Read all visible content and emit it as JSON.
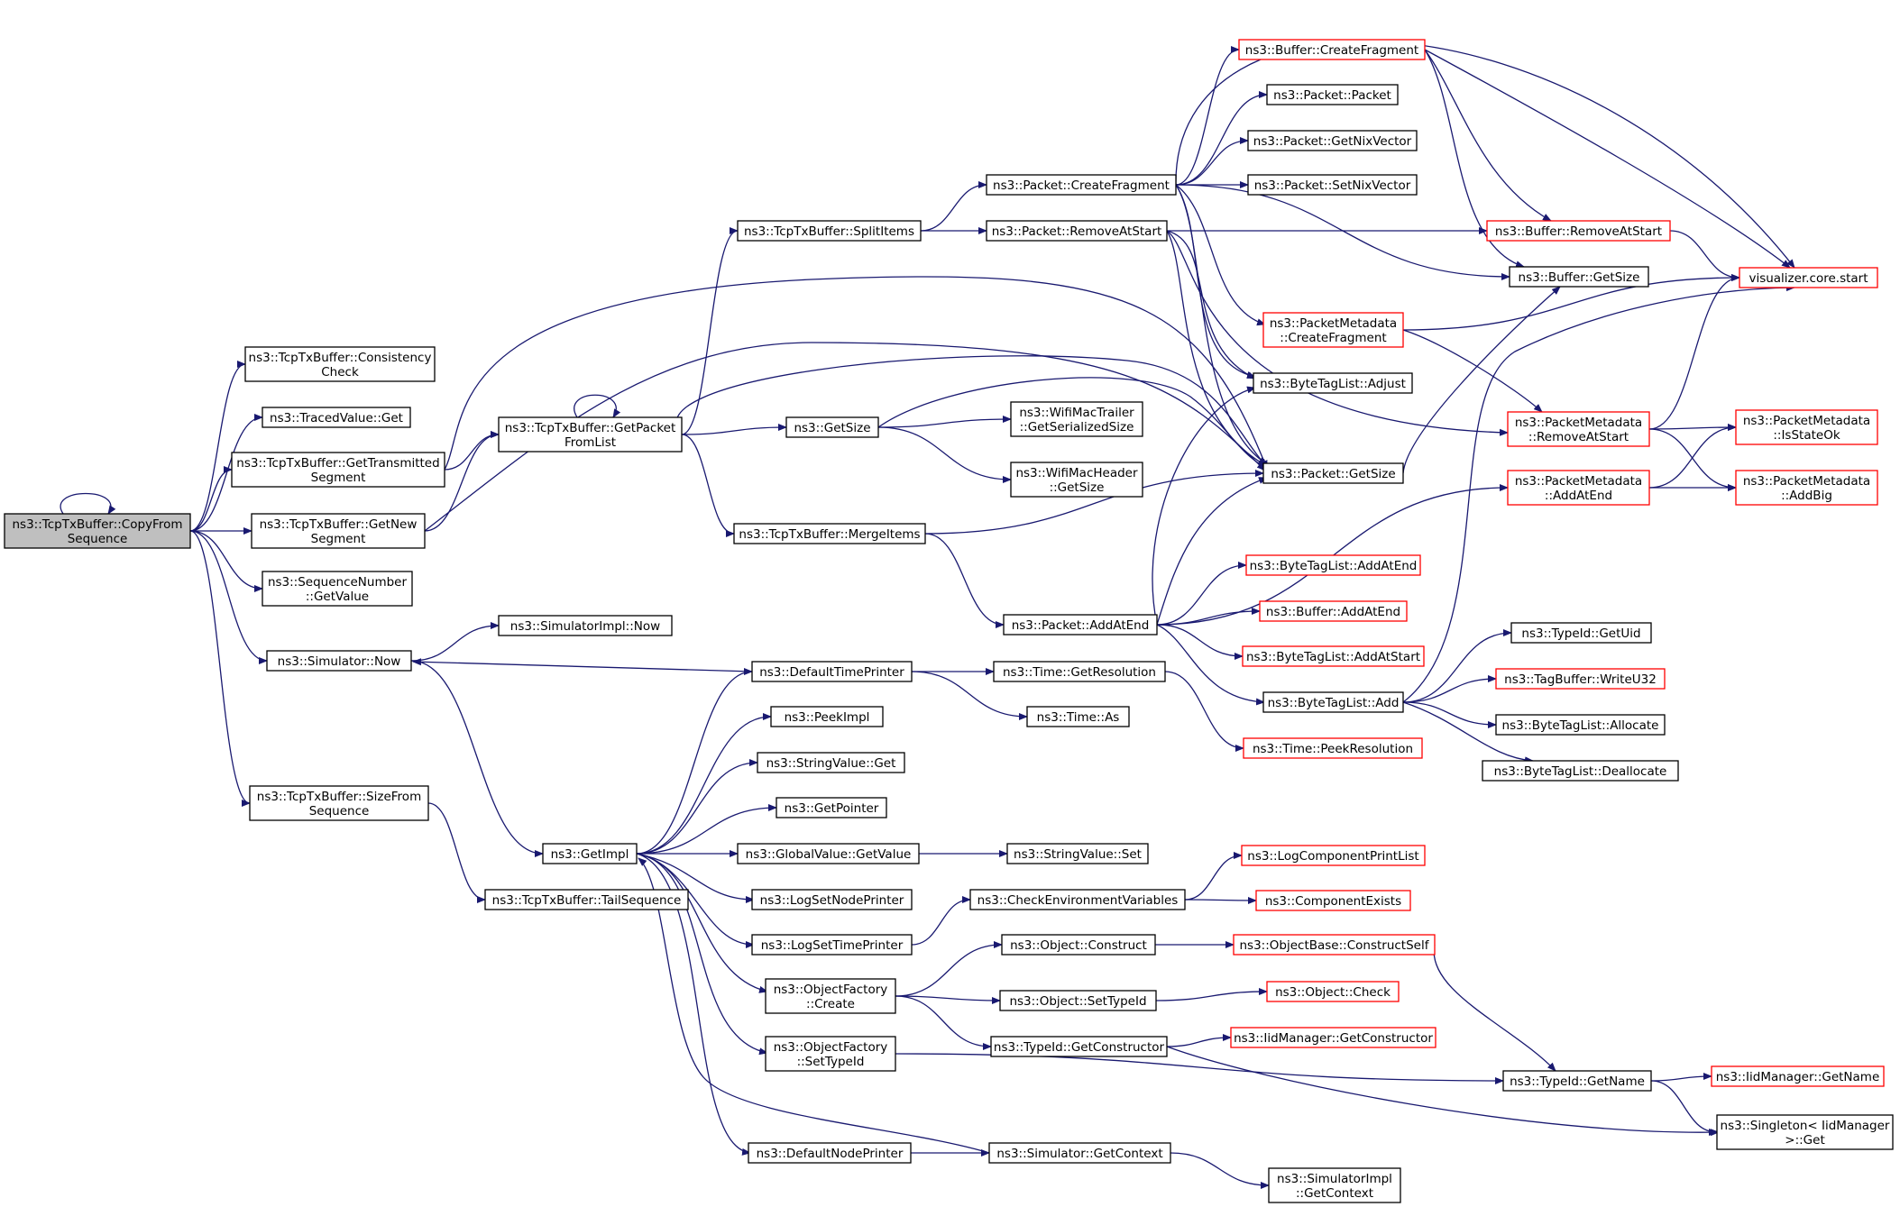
{
  "colors": {
    "edge": "#191970",
    "node_border": "#000000",
    "node_truncated_border": "#ff0000",
    "root_fill": "#bfbfbf",
    "node_fill": "#ffffff",
    "text": "#000000"
  },
  "nodes": [
    {
      "id": "copyfrom",
      "lines": [
        "ns3::TcpTxBuffer::CopyFrom",
        "Sequence"
      ],
      "style": "root"
    },
    {
      "id": "consistency",
      "lines": [
        "ns3::TcpTxBuffer::Consistency",
        "Check"
      ],
      "style": "normal"
    },
    {
      "id": "tracedget",
      "lines": [
        "ns3::TracedValue::Get"
      ],
      "style": "normal"
    },
    {
      "id": "gettransmitted",
      "lines": [
        "ns3::TcpTxBuffer::GetTransmitted",
        "Segment"
      ],
      "style": "normal"
    },
    {
      "id": "getnew",
      "lines": [
        "ns3::TcpTxBuffer::GetNew",
        "Segment"
      ],
      "style": "normal"
    },
    {
      "id": "seqgetvalue",
      "lines": [
        "ns3::SequenceNumber",
        "::GetValue"
      ],
      "style": "normal"
    },
    {
      "id": "simnow",
      "lines": [
        "ns3::Simulator::Now"
      ],
      "style": "normal"
    },
    {
      "id": "sizefrom",
      "lines": [
        "ns3::TcpTxBuffer::SizeFrom",
        "Sequence"
      ],
      "style": "normal"
    },
    {
      "id": "tailseq",
      "lines": [
        "ns3::TcpTxBuffer::TailSequence"
      ],
      "style": "normal"
    },
    {
      "id": "getpacketfromlist",
      "lines": [
        "ns3::TcpTxBuffer::GetPacket",
        "FromList"
      ],
      "style": "normal"
    },
    {
      "id": "simimplnow",
      "lines": [
        "ns3::SimulatorImpl::Now"
      ],
      "style": "normal"
    },
    {
      "id": "getimpl",
      "lines": [
        "ns3::GetImpl"
      ],
      "style": "normal"
    },
    {
      "id": "splititems",
      "lines": [
        "ns3::TcpTxBuffer::SplitItems"
      ],
      "style": "normal"
    },
    {
      "id": "getsize",
      "lines": [
        "ns3::GetSize"
      ],
      "style": "normal"
    },
    {
      "id": "mergeitems",
      "lines": [
        "ns3::TcpTxBuffer::MergeItems"
      ],
      "style": "normal"
    },
    {
      "id": "defaulttimeprinter",
      "lines": [
        "ns3::DefaultTimePrinter"
      ],
      "style": "normal"
    },
    {
      "id": "peekimpl",
      "lines": [
        "ns3::PeekImpl"
      ],
      "style": "normal"
    },
    {
      "id": "stringvalueget",
      "lines": [
        "ns3::StringValue::Get"
      ],
      "style": "normal"
    },
    {
      "id": "getpointer",
      "lines": [
        "ns3::GetPointer"
      ],
      "style": "normal"
    },
    {
      "id": "globalvaluegetvalue",
      "lines": [
        "ns3::GlobalValue::GetValue"
      ],
      "style": "normal"
    },
    {
      "id": "logsetnodeprinter",
      "lines": [
        "ns3::LogSetNodePrinter"
      ],
      "style": "normal"
    },
    {
      "id": "logsettimeprinter",
      "lines": [
        "ns3::LogSetTimePrinter"
      ],
      "style": "normal"
    },
    {
      "id": "objectfactorycreate",
      "lines": [
        "ns3::ObjectFactory",
        "::Create"
      ],
      "style": "normal"
    },
    {
      "id": "objectfactorysettypeid",
      "lines": [
        "ns3::ObjectFactory",
        "::SetTypeId"
      ],
      "style": "normal"
    },
    {
      "id": "defaultnodeprinter",
      "lines": [
        "ns3::DefaultNodePrinter"
      ],
      "style": "normal"
    },
    {
      "id": "packetcreatefragment",
      "lines": [
        "ns3::Packet::CreateFragment"
      ],
      "style": "normal"
    },
    {
      "id": "packetremoveatstart",
      "lines": [
        "ns3::Packet::RemoveAtStart"
      ],
      "style": "normal"
    },
    {
      "id": "wifimactrailer",
      "lines": [
        "ns3::WifiMacTrailer",
        "::GetSerializedSize"
      ],
      "style": "normal"
    },
    {
      "id": "wifimacheader",
      "lines": [
        "ns3::WifiMacHeader",
        "::GetSize"
      ],
      "style": "normal"
    },
    {
      "id": "packetaddatend",
      "lines": [
        "ns3::Packet::AddAtEnd"
      ],
      "style": "normal"
    },
    {
      "id": "timegetresolution",
      "lines": [
        "ns3::Time::GetResolution"
      ],
      "style": "normal"
    },
    {
      "id": "timeas",
      "lines": [
        "ns3::Time::As"
      ],
      "style": "normal"
    },
    {
      "id": "stringvalueset",
      "lines": [
        "ns3::StringValue::Set"
      ],
      "style": "normal"
    },
    {
      "id": "checkenv",
      "lines": [
        "ns3::CheckEnvironmentVariables"
      ],
      "style": "normal"
    },
    {
      "id": "objectconstruct",
      "lines": [
        "ns3::Object::Construct"
      ],
      "style": "normal"
    },
    {
      "id": "objectsettypeid",
      "lines": [
        "ns3::Object::SetTypeId"
      ],
      "style": "normal"
    },
    {
      "id": "typeidgetconstructor",
      "lines": [
        "ns3::TypeId::GetConstructor"
      ],
      "style": "normal"
    },
    {
      "id": "simgetcontext",
      "lines": [
        "ns3::Simulator::GetContext"
      ],
      "style": "normal"
    },
    {
      "id": "buffercreatefragment",
      "lines": [
        "ns3::Buffer::CreateFragment"
      ],
      "style": "truncated"
    },
    {
      "id": "packetpacket",
      "lines": [
        "ns3::Packet::Packet"
      ],
      "style": "normal"
    },
    {
      "id": "getnixvector",
      "lines": [
        "ns3::Packet::GetNixVector"
      ],
      "style": "normal"
    },
    {
      "id": "setnixvector",
      "lines": [
        "ns3::Packet::SetNixVector"
      ],
      "style": "normal"
    },
    {
      "id": "pmcreatefragment",
      "lines": [
        "ns3::PacketMetadata",
        "::CreateFragment"
      ],
      "style": "truncated"
    },
    {
      "id": "bytetaglistadjust",
      "lines": [
        "ns3::ByteTagList::Adjust"
      ],
      "style": "normal"
    },
    {
      "id": "packetgetsize",
      "lines": [
        "ns3::Packet::GetSize"
      ],
      "style": "normal"
    },
    {
      "id": "btladdatend",
      "lines": [
        "ns3::ByteTagList::AddAtEnd"
      ],
      "style": "truncated"
    },
    {
      "id": "bufferaddatend",
      "lines": [
        "ns3::Buffer::AddAtEnd"
      ],
      "style": "truncated"
    },
    {
      "id": "btladdatstart",
      "lines": [
        "ns3::ByteTagList::AddAtStart"
      ],
      "style": "truncated"
    },
    {
      "id": "btladd",
      "lines": [
        "ns3::ByteTagList::Add"
      ],
      "style": "normal"
    },
    {
      "id": "timepeekresolution",
      "lines": [
        "ns3::Time::PeekResolution"
      ],
      "style": "truncated"
    },
    {
      "id": "logcomponentprintlist",
      "lines": [
        "ns3::LogComponentPrintList"
      ],
      "style": "truncated"
    },
    {
      "id": "componentexists",
      "lines": [
        "ns3::ComponentExists"
      ],
      "style": "truncated"
    },
    {
      "id": "constructself",
      "lines": [
        "ns3::ObjectBase::ConstructSelf"
      ],
      "style": "truncated"
    },
    {
      "id": "objectcheck",
      "lines": [
        "ns3::Object::Check"
      ],
      "style": "truncated"
    },
    {
      "id": "iidgetconstructor",
      "lines": [
        "ns3::IidManager::GetConstructor"
      ],
      "style": "truncated"
    },
    {
      "id": "simimplgetcontext",
      "lines": [
        "ns3::SimulatorImpl",
        "::GetContext"
      ],
      "style": "normal"
    },
    {
      "id": "bufferremoveatstart",
      "lines": [
        "ns3::Buffer::RemoveAtStart"
      ],
      "style": "truncated"
    },
    {
      "id": "buffergetsize",
      "lines": [
        "ns3::Buffer::GetSize"
      ],
      "style": "normal"
    },
    {
      "id": "pmremoveatstart",
      "lines": [
        "ns3::PacketMetadata",
        "::RemoveAtStart"
      ],
      "style": "truncated"
    },
    {
      "id": "pmaddatend",
      "lines": [
        "ns3::PacketMetadata",
        "::AddAtEnd"
      ],
      "style": "truncated"
    },
    {
      "id": "typeidgetuid",
      "lines": [
        "ns3::TypeId::GetUid"
      ],
      "style": "normal"
    },
    {
      "id": "tagbufferwriteu32",
      "lines": [
        "ns3::TagBuffer::WriteU32"
      ],
      "style": "truncated"
    },
    {
      "id": "btlallocate",
      "lines": [
        "ns3::ByteTagList::Allocate"
      ],
      "style": "normal"
    },
    {
      "id": "btldeallocate",
      "lines": [
        "ns3::ByteTagList::Deallocate"
      ],
      "style": "normal"
    },
    {
      "id": "typeidgetname",
      "lines": [
        "ns3::TypeId::GetName"
      ],
      "style": "normal"
    },
    {
      "id": "visualizerstart",
      "lines": [
        "visualizer.core.start"
      ],
      "style": "truncated"
    },
    {
      "id": "pmisstateok",
      "lines": [
        "ns3::PacketMetadata",
        "::IsStateOk"
      ],
      "style": "truncated"
    },
    {
      "id": "pmaddbig",
      "lines": [
        "ns3::PacketMetadata",
        "::AddBig"
      ],
      "style": "truncated"
    },
    {
      "id": "iidgetname",
      "lines": [
        "ns3::IidManager::GetName"
      ],
      "style": "truncated"
    },
    {
      "id": "singletonget",
      "lines": [
        "ns3::Singleton< IidManager",
        ">::Get"
      ],
      "style": "normal"
    }
  ],
  "edges": [
    [
      "copyfrom",
      "copyfrom"
    ],
    [
      "copyfrom",
      "consistency"
    ],
    [
      "copyfrom",
      "tracedget"
    ],
    [
      "copyfrom",
      "gettransmitted"
    ],
    [
      "copyfrom",
      "getnew"
    ],
    [
      "copyfrom",
      "seqgetvalue"
    ],
    [
      "copyfrom",
      "simnow"
    ],
    [
      "copyfrom",
      "sizefrom"
    ],
    [
      "gettransmitted",
      "getpacketfromlist"
    ],
    [
      "gettransmitted",
      "packetgetsize"
    ],
    [
      "getnew",
      "getpacketfromlist"
    ],
    [
      "getnew",
      "packetgetsize"
    ],
    [
      "getpacketfromlist",
      "getpacketfromlist"
    ],
    [
      "getpacketfromlist",
      "splititems"
    ],
    [
      "getpacketfromlist",
      "getsize"
    ],
    [
      "getpacketfromlist",
      "mergeitems"
    ],
    [
      "getpacketfromlist",
      "packetgetsize"
    ],
    [
      "simnow",
      "simimplnow"
    ],
    [
      "simnow",
      "getimpl"
    ],
    [
      "sizefrom",
      "tailseq"
    ],
    [
      "splititems",
      "packetcreatefragment"
    ],
    [
      "splititems",
      "packetremoveatstart"
    ],
    [
      "getsize",
      "wifimactrailer"
    ],
    [
      "getsize",
      "wifimacheader"
    ],
    [
      "getsize",
      "packetgetsize"
    ],
    [
      "mergeitems",
      "packetaddatend"
    ],
    [
      "mergeitems",
      "packetgetsize"
    ],
    [
      "defaulttimeprinter",
      "simnow"
    ],
    [
      "defaulttimeprinter",
      "timegetresolution"
    ],
    [
      "defaulttimeprinter",
      "timeas"
    ],
    [
      "getimpl",
      "defaulttimeprinter"
    ],
    [
      "getimpl",
      "peekimpl"
    ],
    [
      "getimpl",
      "stringvalueget"
    ],
    [
      "getimpl",
      "getpointer"
    ],
    [
      "getimpl",
      "globalvaluegetvalue"
    ],
    [
      "getimpl",
      "logsetnodeprinter"
    ],
    [
      "getimpl",
      "logsettimeprinter"
    ],
    [
      "getimpl",
      "objectfactorycreate"
    ],
    [
      "getimpl",
      "objectfactorysettypeid"
    ],
    [
      "getimpl",
      "defaultnodeprinter"
    ],
    [
      "simgetcontext",
      "getimpl"
    ],
    [
      "globalvaluegetvalue",
      "stringvalueset"
    ],
    [
      "logsettimeprinter",
      "checkenv"
    ],
    [
      "checkenv",
      "logcomponentprintlist"
    ],
    [
      "checkenv",
      "componentexists"
    ],
    [
      "objectfactorycreate",
      "objectconstruct"
    ],
    [
      "objectfactorycreate",
      "objectsettypeid"
    ],
    [
      "objectfactorycreate",
      "typeidgetconstructor"
    ],
    [
      "objectfactorysettypeid",
      "typeidgetname"
    ],
    [
      "defaultnodeprinter",
      "simgetcontext"
    ],
    [
      "simgetcontext",
      "simimplgetcontext"
    ],
    [
      "timegetresolution",
      "timepeekresolution"
    ],
    [
      "objectconstruct",
      "constructself"
    ],
    [
      "objectsettypeid",
      "objectcheck"
    ],
    [
      "typeidgetconstructor",
      "iidgetconstructor"
    ],
    [
      "typeidgetconstructor",
      "singletonget"
    ],
    [
      "constructself",
      "typeidgetname"
    ],
    [
      "typeidgetname",
      "iidgetname"
    ],
    [
      "typeidgetname",
      "singletonget"
    ],
    [
      "packetcreatefragment",
      "buffercreatefragment"
    ],
    [
      "packetcreatefragment",
      "packetpacket"
    ],
    [
      "packetcreatefragment",
      "getnixvector"
    ],
    [
      "packetcreatefragment",
      "setnixvector"
    ],
    [
      "packetcreatefragment",
      "buffergetsize"
    ],
    [
      "packetcreatefragment",
      "pmcreatefragment"
    ],
    [
      "packetcreatefragment",
      "bytetaglistadjust"
    ],
    [
      "packetcreatefragment",
      "packetgetsize"
    ],
    [
      "packetcreatefragment",
      "visualizerstart"
    ],
    [
      "packetremoveatstart",
      "bufferremoveatstart"
    ],
    [
      "packetremoveatstart",
      "bytetaglistadjust"
    ],
    [
      "packetremoveatstart",
      "packetgetsize"
    ],
    [
      "packetremoveatstart",
      "pmremoveatstart"
    ],
    [
      "packetaddatend",
      "bytetaglistadjust"
    ],
    [
      "packetaddatend",
      "packetgetsize"
    ],
    [
      "packetaddatend",
      "pmaddatend"
    ],
    [
      "packetaddatend",
      "btladdatend"
    ],
    [
      "packetaddatend",
      "bufferaddatend"
    ],
    [
      "packetaddatend",
      "btladdatstart"
    ],
    [
      "packetaddatend",
      "btladd"
    ],
    [
      "buffercreatefragment",
      "bufferremoveatstart"
    ],
    [
      "buffercreatefragment",
      "buffergetsize"
    ],
    [
      "buffercreatefragment",
      "visualizerstart"
    ],
    [
      "bufferremoveatstart",
      "visualizerstart"
    ],
    [
      "pmcreatefragment",
      "visualizerstart"
    ],
    [
      "pmcreatefragment",
      "pmremoveatstart"
    ],
    [
      "packetgetsize",
      "buffergetsize"
    ],
    [
      "pmremoveatstart",
      "visualizerstart"
    ],
    [
      "pmremoveatstart",
      "pmisstateok"
    ],
    [
      "pmremoveatstart",
      "pmaddbig"
    ],
    [
      "pmaddatend",
      "pmisstateok"
    ],
    [
      "pmaddatend",
      "pmaddbig"
    ],
    [
      "btladd",
      "typeidgetuid"
    ],
    [
      "btladd",
      "tagbufferwriteu32"
    ],
    [
      "btladd",
      "btlallocate"
    ],
    [
      "btladd",
      "btldeallocate"
    ],
    [
      "btladd",
      "visualizerstart"
    ]
  ]
}
